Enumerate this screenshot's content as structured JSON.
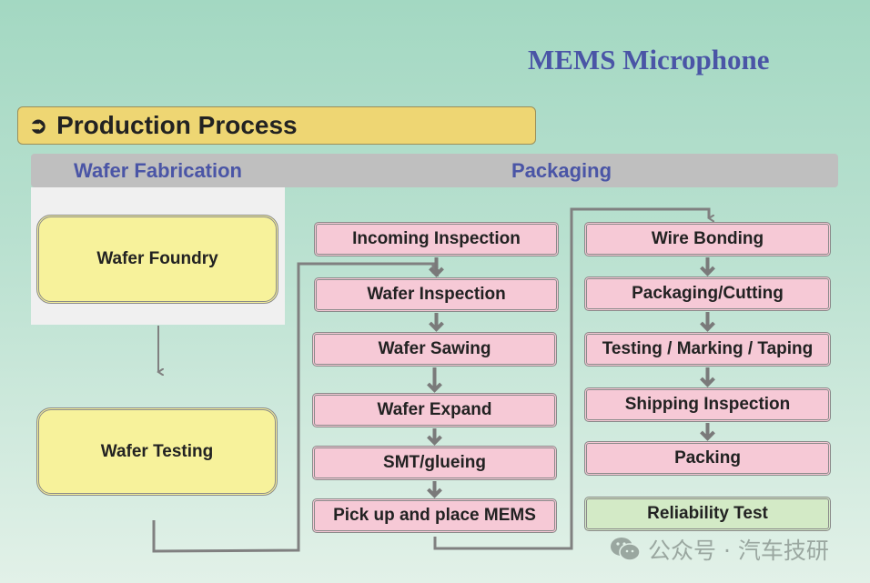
{
  "title": "MEMS Microphone",
  "banner": {
    "icon": "circle-arrow-right-icon",
    "icon_glyph": "➲",
    "label": "Production Process"
  },
  "sections": {
    "wafer_fabrication": "Wafer Fabrication",
    "packaging": "Packaging"
  },
  "wafer_steps": [
    "Wafer Foundry",
    "Wafer Testing"
  ],
  "packaging_col1": [
    "Incoming Inspection",
    "Wafer Inspection",
    "Wafer Sawing",
    "Wafer Expand",
    "SMT/glueing",
    "Pick up and place MEMS"
  ],
  "packaging_col2": [
    "Wire Bonding",
    "Packaging/Cutting",
    "Testing / Marking / Taping",
    "Shipping Inspection",
    "Packing"
  ],
  "reliability": "Reliability Test",
  "colors": {
    "title": "#4a55a6",
    "banner": "#eed673",
    "wafer_box": "#f7f29b",
    "process_box": "#f6c9d6",
    "reliability_box": "#d3eac6",
    "connector": "#808080"
  },
  "watermark": {
    "icon": "wechat-icon",
    "text": "公众号 · 汽车技研"
  }
}
